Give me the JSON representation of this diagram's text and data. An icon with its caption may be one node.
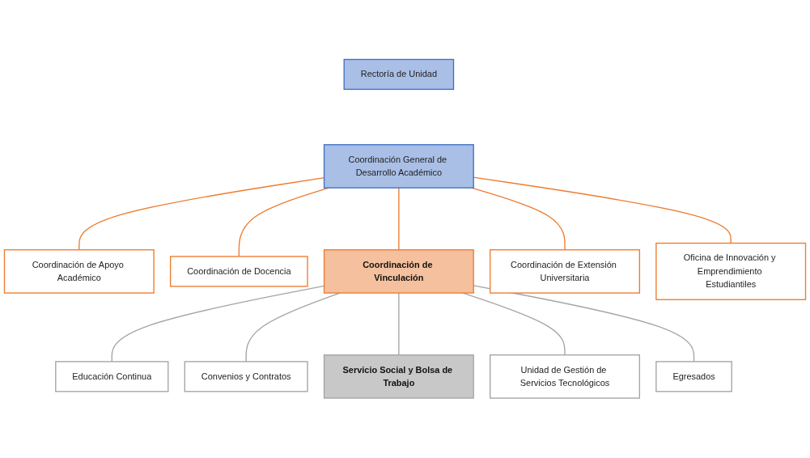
{
  "diagram": {
    "nodes": [
      {
        "text": [
          "Rectoría de Unidad"
        ]
      },
      {
        "text": [
          "Coordinación General de Desarrollo Académico"
        ]
      },
      {
        "text": [
          "Coordinación de Apoyo Académico"
        ]
      },
      {
        "text": [
          "Coordinación de Docencia"
        ]
      },
      {
        "text": [
          "Coordinación de Vinculación"
        ]
      },
      {
        "text": [
          "Coordinación de Extensión Universitaria"
        ]
      },
      {
        "text": [
          "Oficina de Innovación y Emprendimiento Estudiantiles"
        ]
      },
      {
        "text": [
          "Educación Continua"
        ]
      },
      {
        "text": [
          "Convenios y Contratos"
        ]
      },
      {
        "text": [
          "Servicio Social y Bolsa de Trabajo"
        ]
      },
      {
        "text": [
          "Unidad de Gestión de Servicios Tecnológicos"
        ]
      },
      {
        "text": [
          "Egresados"
        ]
      }
    ],
    "edges": [
      {
        "from": 1,
        "to": 2,
        "arrow": "none",
        "color": "#ed7d31"
      },
      {
        "from": 1,
        "to": 3,
        "arrow": "none",
        "color": "#ed7d31"
      },
      {
        "from": 1,
        "to": 4,
        "arrow": "none",
        "color": "#ed7d31"
      },
      {
        "from": 1,
        "to": 5,
        "arrow": "none",
        "color": "#ed7d31"
      },
      {
        "from": 1,
        "to": 6,
        "arrow": "none",
        "color": "#ed7d31"
      },
      {
        "from": 4,
        "to": 7,
        "arrow": "none",
        "color": "#a5a5a5"
      },
      {
        "from": 4,
        "to": 8,
        "arrow": "none",
        "color": "#a5a5a5"
      },
      {
        "from": 4,
        "to": 9,
        "arrow": "none",
        "color": "#a5a5a5"
      },
      {
        "from": 4,
        "to": 10,
        "arrow": "none",
        "color": "#a5a5a5"
      },
      {
        "from": 4,
        "to": 11,
        "arrow": "none",
        "color": "#a5a5a5"
      }
    ]
  }
}
